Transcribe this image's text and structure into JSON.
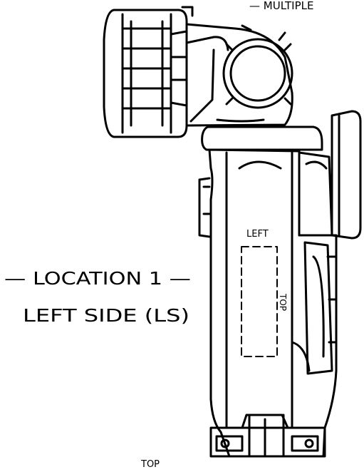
{
  "header_note": "— MULTIPLE",
  "location": {
    "line1": "— LOCATION 1 —",
    "line2": "LEFT SIDE (LS)"
  },
  "label_area": {
    "left_label": "LEFT",
    "top_label": "TOP"
  },
  "bottom_label": "TOP",
  "colors": {
    "line": "#000000",
    "background": "#ffffff"
  }
}
